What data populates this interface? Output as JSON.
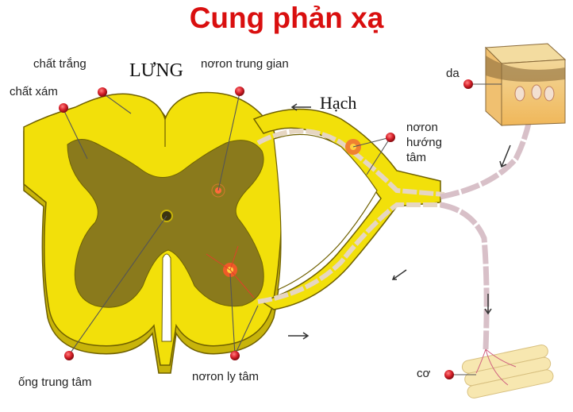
{
  "title": "Cung phản xạ",
  "labels": {
    "chat_trang": "chất trắng",
    "chat_xam": "chất xám",
    "lung": "LƯNG",
    "noron_trung_gian": "nơron trung gian",
    "hach": "Hạch",
    "noron_huong_tam": [
      "nơron",
      "hướng",
      "tâm"
    ],
    "da": "da",
    "ong_trung_tam": "ống trung tâm",
    "noron_ly_tam": "nơron ly tâm",
    "co": "cơ"
  },
  "colors": {
    "title": "#d90f0f",
    "white_matter": "#f2e00a",
    "gray_matter": "#8a7a1c",
    "pin": "#d8202a",
    "nerve": "#f5efe0"
  }
}
